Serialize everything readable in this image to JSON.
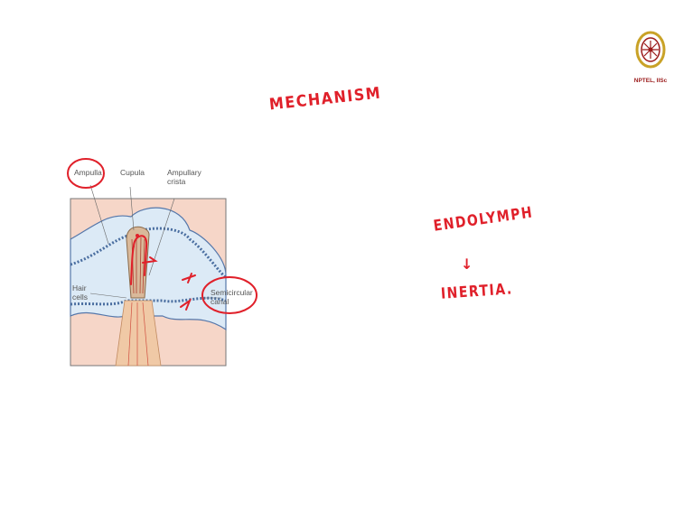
{
  "slide": {
    "heading": "MECHANISM",
    "notes": {
      "line1": "ENDOLYMPH",
      "arrow": "↓",
      "line2": "INERTIA."
    },
    "logo_text": "NPTEL, IISc",
    "diagram": {
      "labels": {
        "ampulla": "Ampulla",
        "cupula": "Cupula",
        "ampullary_crista_1": "Ampullary",
        "ampullary_crista_2": "crista",
        "hair_cells_1": "Hair",
        "hair_cells_2": "cells",
        "semicircular_1": "Semicircular",
        "semicircular_2": "canal"
      }
    }
  },
  "colors": {
    "ink_red": "#e0202a",
    "canal_fill": "#bcd4ea",
    "background_tissue": "#f6d6c8",
    "logo_maroon": "#9a1a1a"
  }
}
